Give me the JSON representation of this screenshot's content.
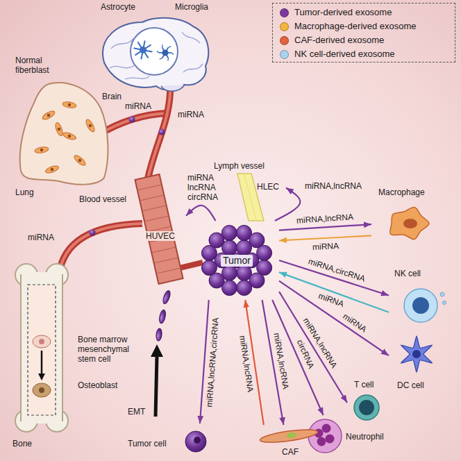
{
  "diagram": {
    "nodes": [
      {
        "text": [
          "Brain"
        ]
      },
      {
        "text": [
          "Normal fiberblast",
          "Lung"
        ]
      },
      {
        "text": [
          "Bone"
        ]
      },
      {
        "text": [
          "Blood vessel",
          "HUVEC"
        ]
      },
      {
        "text": [
          "Lymph vessel",
          "HLEC"
        ]
      },
      {
        "text": [
          "Tumor"
        ]
      },
      {
        "text": [
          "Macrophage"
        ]
      },
      {
        "text": [
          "NK cell"
        ]
      },
      {
        "text": [
          "DC cell"
        ]
      },
      {
        "text": [
          "T cell"
        ]
      },
      {
        "text": [
          "Neutrophil"
        ]
      },
      {
        "text": [
          "CAF"
        ]
      },
      {
        "text": [
          "Tumor cell"
        ]
      }
    ],
    "edges": [
      {
        "from": 5,
        "to": 4,
        "label": "miRNA,lncRNA",
        "arrow": "to"
      },
      {
        "from": 5,
        "to": 6,
        "label": "miRNA,lncRNA",
        "arrow": "to"
      },
      {
        "from": 6,
        "to": 5,
        "label": "miRNA",
        "arrow": "to"
      },
      {
        "from": 5,
        "to": 7,
        "label": "miRNA,circRNA",
        "arrow": "to"
      },
      {
        "from": 7,
        "to": 5,
        "label": "miRNA",
        "arrow": "to"
      },
      {
        "from": 5,
        "to": 8,
        "label": "miRNA",
        "arrow": "to"
      },
      {
        "from": 5,
        "to": 9,
        "label": "miRNA,lncRNA",
        "arrow": "to"
      },
      {
        "from": 5,
        "to": 10,
        "label": "circRNA",
        "arrow": "to"
      },
      {
        "from": 5,
        "to": 11,
        "label": "miRNA,lncRNA",
        "arrow": "to"
      },
      {
        "from": 11,
        "to": 5,
        "label": "miRNA,lncRNA",
        "arrow": "to"
      },
      {
        "from": 5,
        "to": 12,
        "label": "miRNA,lncRNA,circRNA",
        "arrow": "to"
      },
      {
        "from": 5,
        "to": 3,
        "label": "miRNA lncRNA circRNA",
        "arrow": "to"
      }
    ],
    "labels": [
      "Astrocyte",
      "Microglia",
      "miRNA",
      "miRNA",
      "miRNA",
      "Bone marrow mesenchymal stem cell",
      "Osteoblast",
      "EMT"
    ],
    "legend": [
      {
        "text": "Tumor-derived exosome",
        "color": "#7a3a9e"
      },
      {
        "text": "Macrophage-derived exosome",
        "color": "#f2b53d"
      },
      {
        "text": "CAF-derived exosome",
        "color": "#e2613f"
      },
      {
        "text": "NK cell-derived exosome",
        "color": "#a9d2ee"
      }
    ]
  }
}
